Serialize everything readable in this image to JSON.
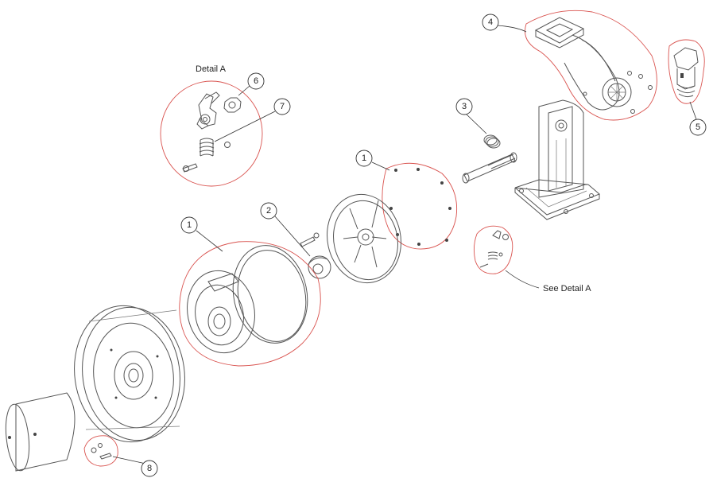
{
  "callouts": [
    {
      "id": "callout-1-seal",
      "number": "1"
    },
    {
      "id": "callout-1-cover",
      "number": "1"
    },
    {
      "id": "callout-2",
      "number": "2"
    },
    {
      "id": "callout-3",
      "number": "3"
    },
    {
      "id": "callout-4",
      "number": "4"
    },
    {
      "id": "callout-5",
      "number": "5"
    },
    {
      "id": "callout-6",
      "number": "6"
    },
    {
      "id": "callout-7",
      "number": "7"
    },
    {
      "id": "callout-8",
      "number": "8"
    }
  ],
  "labels": {
    "detail_title": "Detail A",
    "see_detail": "See Detail A"
  }
}
